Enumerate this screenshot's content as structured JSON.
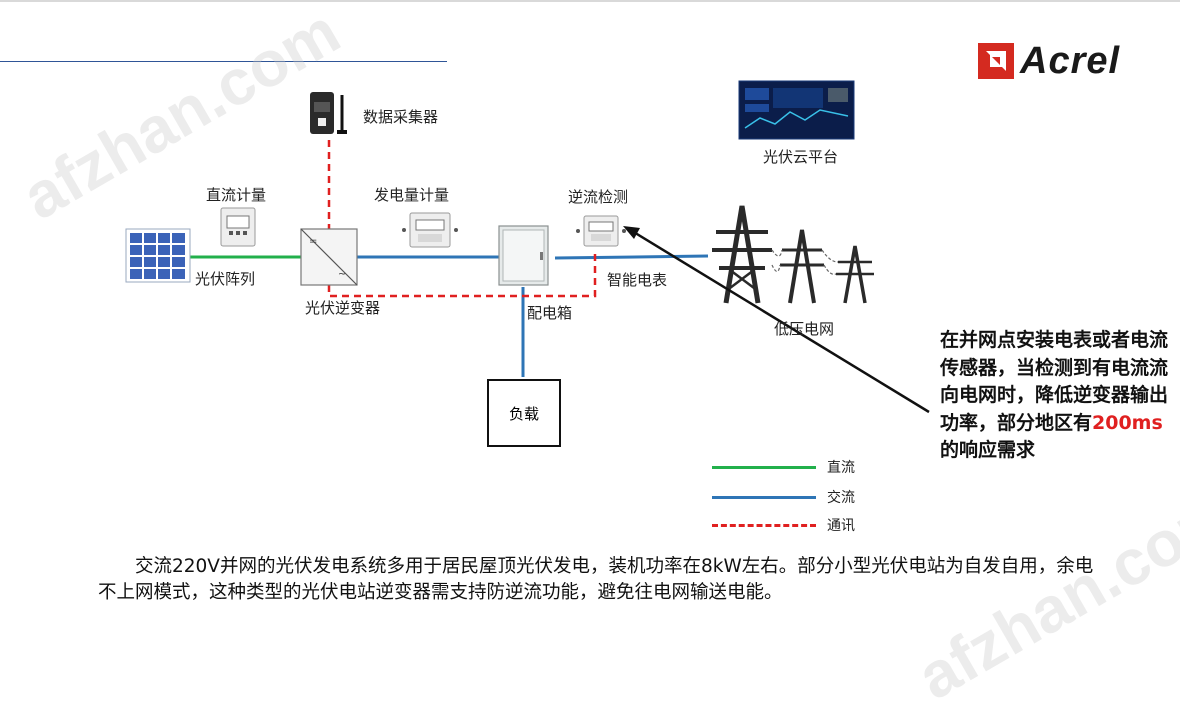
{
  "brand": {
    "name": "Acrel",
    "color": "#d42a20"
  },
  "watermark": "afzhan.com",
  "components": {
    "pv_array": "光伏阵列",
    "dc_meter": "直流计量",
    "inverter": "光伏逆变器",
    "data_collector": "数据采集器",
    "gen_meter": "发电量计量",
    "distribution_box": "配电箱",
    "reverse_detect": "逆流检测",
    "smart_meter": "智能电表",
    "cloud_platform": "光伏云平台",
    "grid": "低压电网",
    "load": "负载"
  },
  "legend": [
    {
      "label": "直流",
      "color": "#22b04b",
      "style": "solid"
    },
    {
      "label": "交流",
      "color": "#2e75b6",
      "style": "solid"
    },
    {
      "label": "通讯",
      "color": "#e02020",
      "style": "dashed"
    }
  ],
  "callout": {
    "before": "在并网点安装电表或者电流传感器，当检测到有电流流向电网时，降低逆变器输出功率，部分地区有",
    "highlight": "200ms",
    "after": "的响应需求"
  },
  "paragraph": "交流220V并网的光伏发电系统多用于居民屋顶光伏发电，装机功率在8kW左右。部分小型光伏电站为自发自用，余电不上网模式，这种类型的光伏电站逆变器需支持防逆流功能，避免往电网输送电能。"
}
